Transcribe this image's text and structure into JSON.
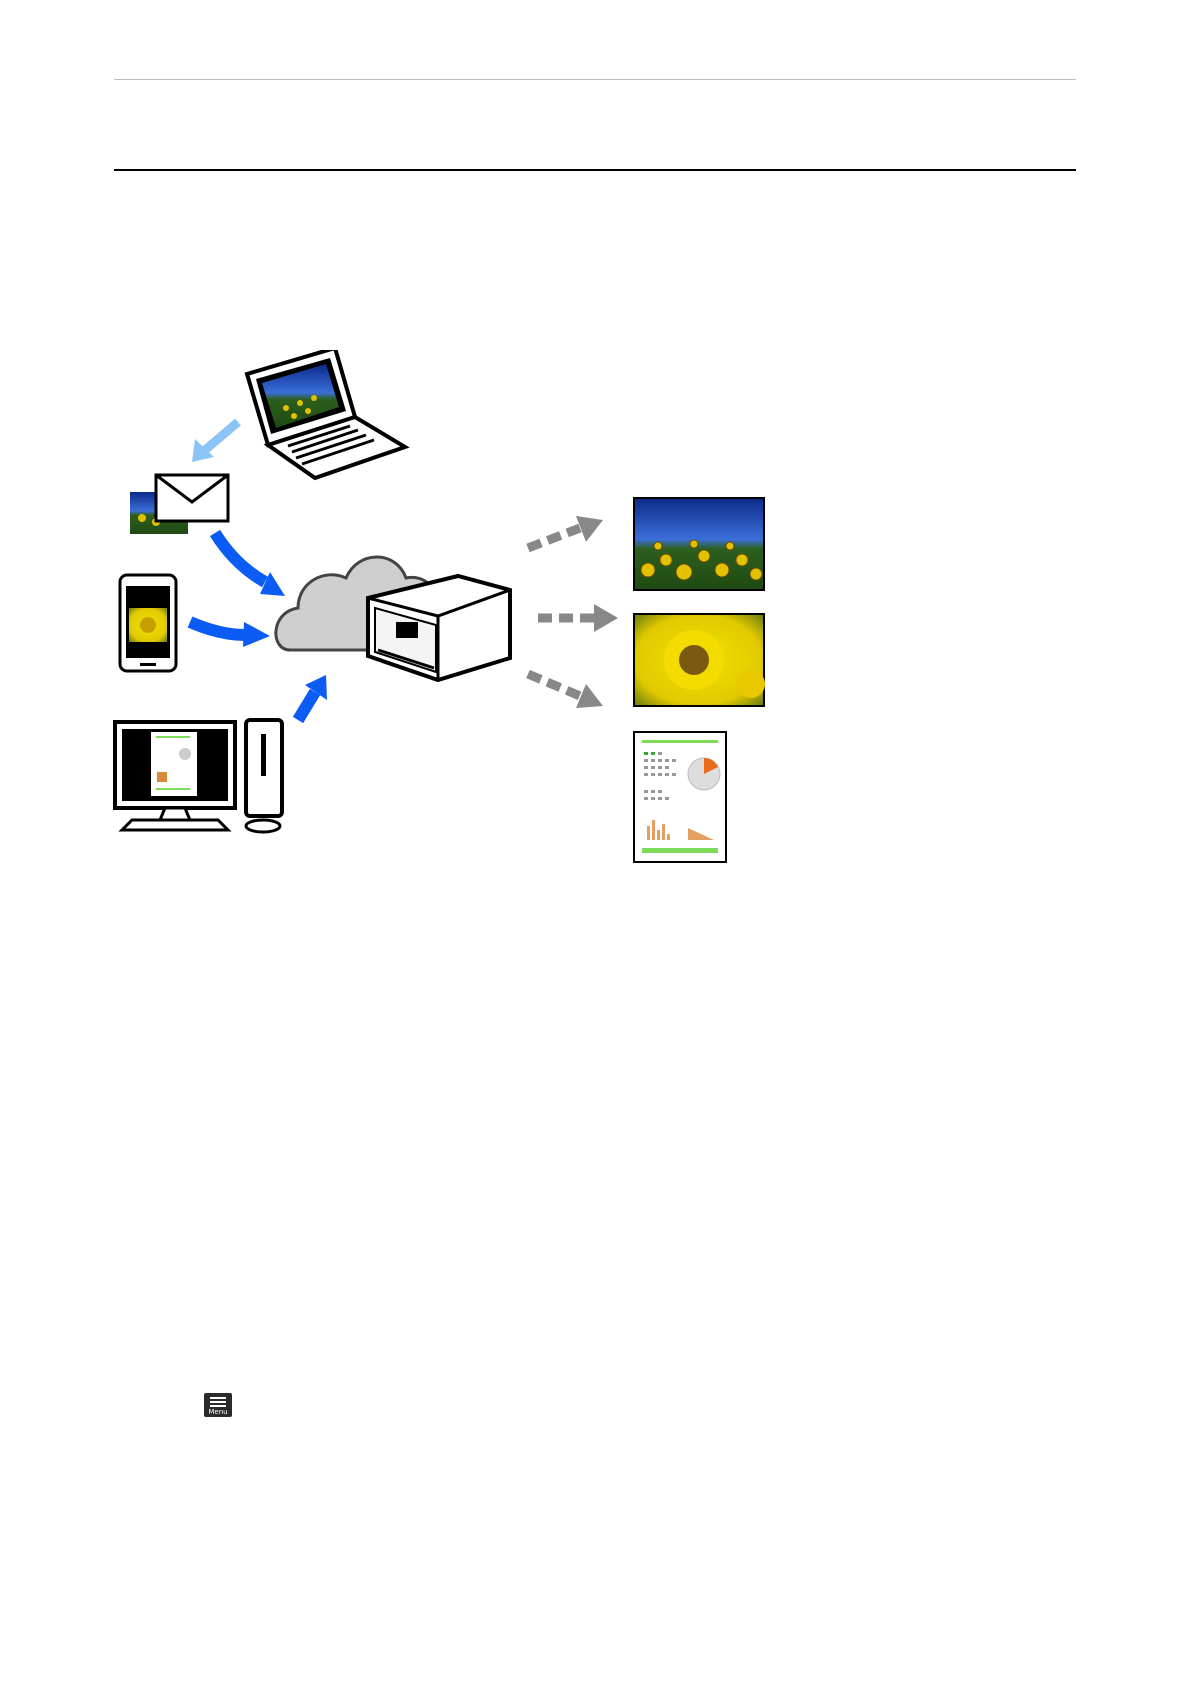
{
  "page": {
    "header_rule": true,
    "title_rule": true
  },
  "diagram": {
    "sources": [
      "laptop-icon",
      "email-icon",
      "smartphone-icon",
      "desktop-computer-icon"
    ],
    "hub": [
      "cloud-icon",
      "printer-icon"
    ],
    "outputs": [
      "photo-print-sunflower-field",
      "photo-print-sunflower-closeup",
      "document-print-chart"
    ],
    "colors": {
      "inbound_arrow": "#0a5cf5",
      "inbound_arrow_light": "#8cc4f7",
      "outbound_arrow": "#888888",
      "cloud": "#c9c9c9"
    }
  },
  "menu_icon": {
    "label": "Menu",
    "icon": "menu-icon"
  }
}
